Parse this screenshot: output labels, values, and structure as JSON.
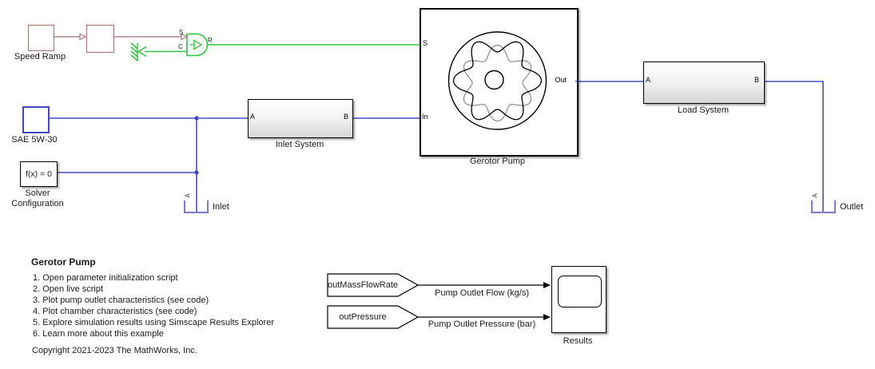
{
  "app": {
    "title": "Gerotor Pump Simulink model"
  },
  "colors": {
    "physical_line": "#4A4AC8",
    "port_bracket": "#7B7BD2",
    "conversion_green": "#2EC43C",
    "ramp_brown": "#A57070",
    "signal_black": "#000000",
    "block_border": "#000000",
    "sae_blue": "#4545BC"
  },
  "blocks": {
    "speed_ramp": {
      "label": "Speed Ramp"
    },
    "converter": {
      "port_s": "S",
      "port_c": "C",
      "port_r": "R"
    },
    "sae_oil": {
      "label": "SAE 5W-30"
    },
    "solver": {
      "expression": "f(x) = 0",
      "label": "Solver Configuration"
    },
    "inlet_system": {
      "label": "Inlet System",
      "port_a": "A",
      "port_b": "B"
    },
    "gerotor_pump": {
      "label": "Gerotor Pump",
      "port_s": "S",
      "port_in": "In",
      "port_out": "Out"
    },
    "load_system": {
      "label": "Load System",
      "port_a": "A",
      "port_b": "B"
    },
    "inlet_conn": {
      "label": "Inlet",
      "port": "A"
    },
    "outlet_conn": {
      "label": "Outlet",
      "port": "A"
    },
    "from_mass_flow": {
      "label": "outMassFlowRate"
    },
    "from_pressure": {
      "label": "outPressure"
    },
    "results_scope": {
      "label": "Results"
    }
  },
  "signal_labels": {
    "flow": "Pump Outlet Flow (kg/s)",
    "pressure": "Pump Outlet Pressure (bar)"
  },
  "notes": {
    "title": "Gerotor Pump",
    "items": [
      "1. Open parameter initialization script",
      "2. Open live script",
      "3. Plot pump outlet characteristics (see code)",
      "4. Plot chamber characteristics (see code)",
      "5. Explore simulation results using Simscape Results Explorer",
      "6. Learn more about this example"
    ],
    "copyright": "Copyright 2021-2023 The MathWorks, Inc."
  }
}
